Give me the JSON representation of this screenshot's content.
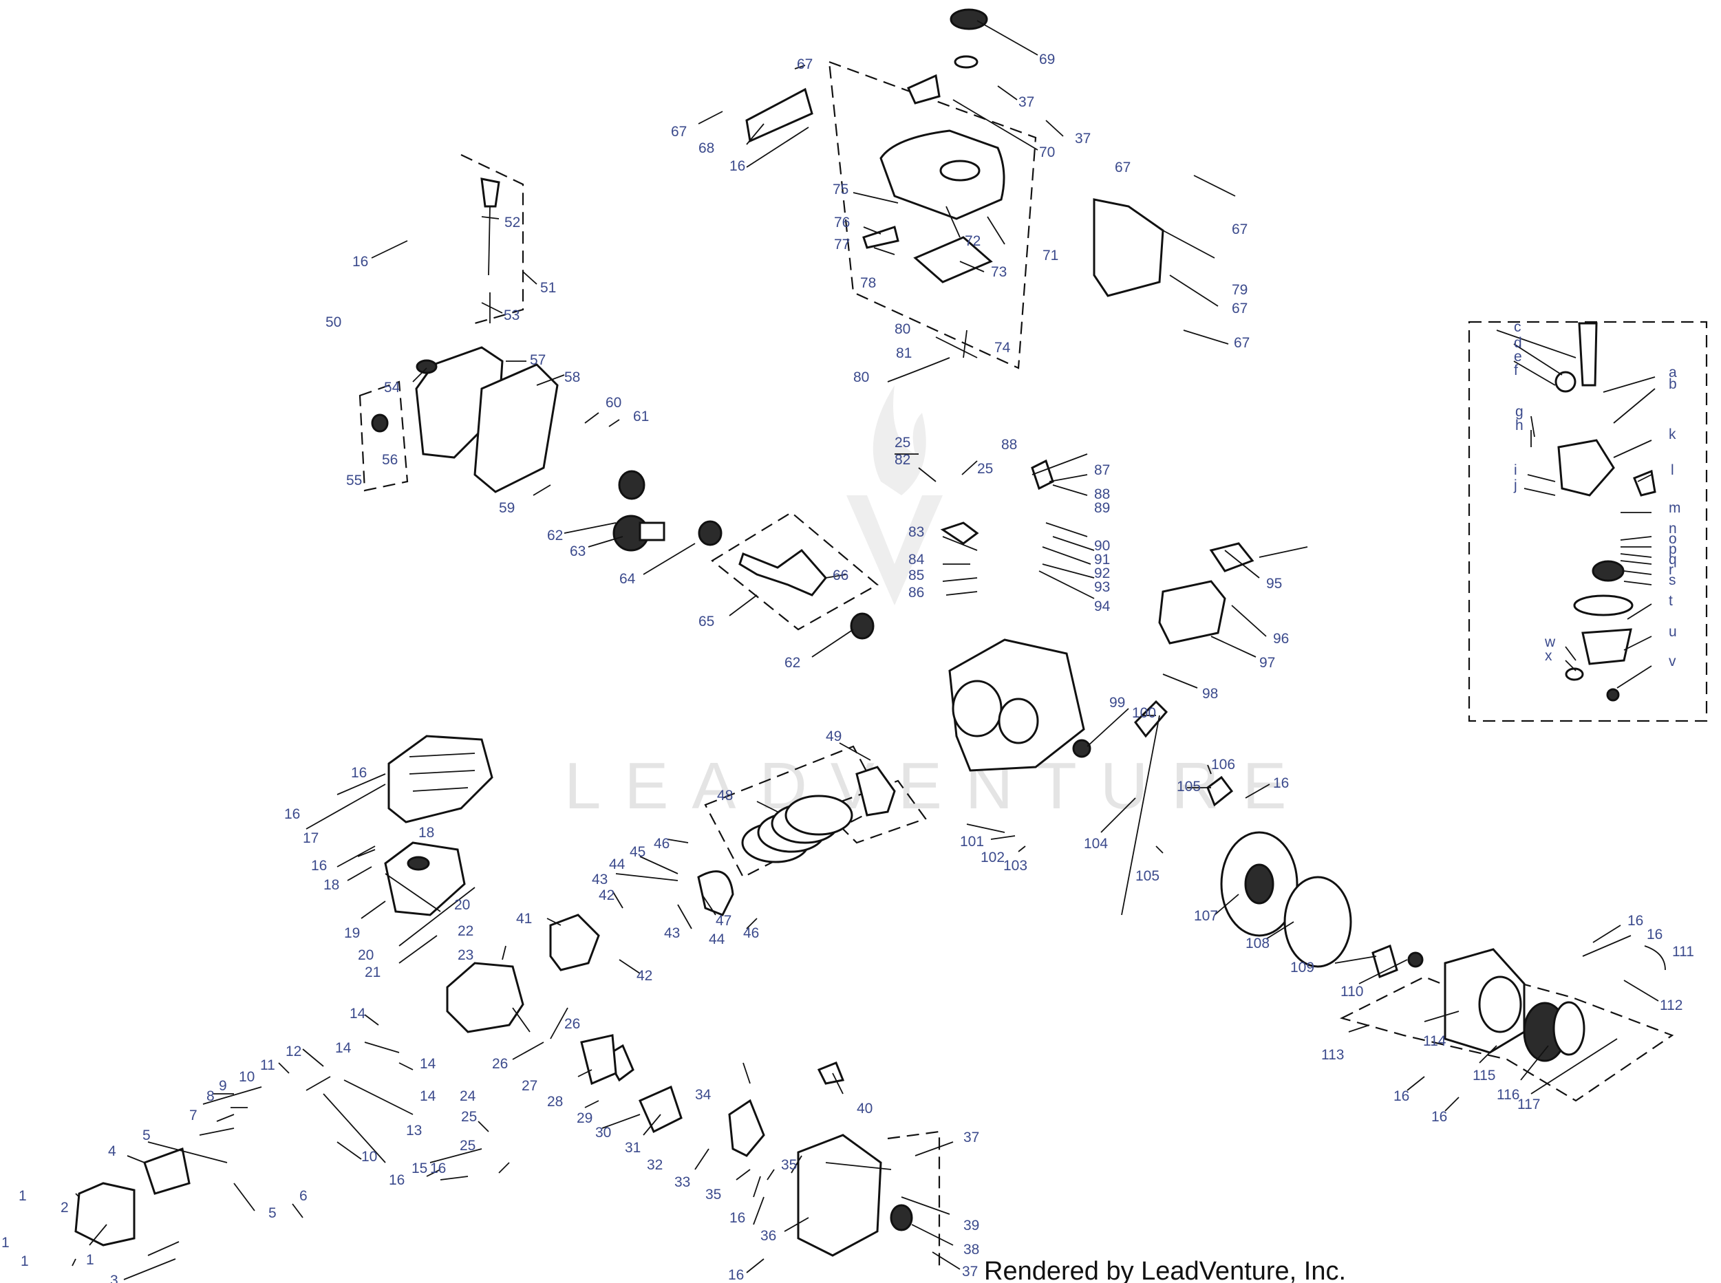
{
  "diagram": {
    "watermark": "LEADVENTURE",
    "credit": "Rendered by LeadVenture, Inc."
  },
  "callouts": [
    {
      "id": "c69",
      "text": "69"
    },
    {
      "id": "c67a",
      "text": "67"
    },
    {
      "id": "c37a",
      "text": "37"
    },
    {
      "id": "c70",
      "text": "70"
    },
    {
      "id": "c37b",
      "text": "37"
    },
    {
      "id": "c67b",
      "text": "67"
    },
    {
      "id": "c68",
      "text": "68"
    },
    {
      "id": "c16a",
      "text": "16"
    },
    {
      "id": "c67c",
      "text": "67"
    },
    {
      "id": "c67d",
      "text": "67"
    },
    {
      "id": "c75",
      "text": "75"
    },
    {
      "id": "c72",
      "text": "72"
    },
    {
      "id": "c71",
      "text": "71"
    },
    {
      "id": "c76",
      "text": "76"
    },
    {
      "id": "c77",
      "text": "77"
    },
    {
      "id": "c73",
      "text": "73"
    },
    {
      "id": "c78",
      "text": "78"
    },
    {
      "id": "c79",
      "text": "79"
    },
    {
      "id": "c67e",
      "text": "67"
    },
    {
      "id": "c67f",
      "text": "67"
    },
    {
      "id": "c74",
      "text": "74"
    },
    {
      "id": "c80a",
      "text": "80"
    },
    {
      "id": "c81",
      "text": "81"
    },
    {
      "id": "c80b",
      "text": "80"
    },
    {
      "id": "c52",
      "text": "52"
    },
    {
      "id": "c16b",
      "text": "16"
    },
    {
      "id": "c51",
      "text": "51"
    },
    {
      "id": "c50",
      "text": "50"
    },
    {
      "id": "c53",
      "text": "53"
    },
    {
      "id": "c57",
      "text": "57"
    },
    {
      "id": "c54",
      "text": "54"
    },
    {
      "id": "c58",
      "text": "58"
    },
    {
      "id": "c60",
      "text": "60"
    },
    {
      "id": "c61",
      "text": "61"
    },
    {
      "id": "c56",
      "text": "56"
    },
    {
      "id": "c55",
      "text": "55"
    },
    {
      "id": "c59",
      "text": "59"
    },
    {
      "id": "c62a",
      "text": "62"
    },
    {
      "id": "c63",
      "text": "63"
    },
    {
      "id": "c64",
      "text": "64"
    },
    {
      "id": "c66",
      "text": "66"
    },
    {
      "id": "c65",
      "text": "65"
    },
    {
      "id": "c62b",
      "text": "62"
    },
    {
      "id": "c25a",
      "text": "25"
    },
    {
      "id": "c82",
      "text": "82"
    },
    {
      "id": "c25b",
      "text": "25"
    },
    {
      "id": "c88a",
      "text": "88"
    },
    {
      "id": "c87",
      "text": "87"
    },
    {
      "id": "c88b",
      "text": "88"
    },
    {
      "id": "c89",
      "text": "89"
    },
    {
      "id": "c83",
      "text": "83"
    },
    {
      "id": "c90",
      "text": "90"
    },
    {
      "id": "c91",
      "text": "91"
    },
    {
      "id": "c84",
      "text": "84"
    },
    {
      "id": "c92",
      "text": "92"
    },
    {
      "id": "c85",
      "text": "85"
    },
    {
      "id": "c93",
      "text": "93"
    },
    {
      "id": "c86",
      "text": "86"
    },
    {
      "id": "c94",
      "text": "94"
    },
    {
      "id": "c95",
      "text": "95"
    },
    {
      "id": "c96",
      "text": "96"
    },
    {
      "id": "c97",
      "text": "97"
    },
    {
      "id": "c98",
      "text": "98"
    },
    {
      "id": "c99",
      "text": "99"
    },
    {
      "id": "c100",
      "text": "100"
    },
    {
      "id": "c49",
      "text": "49"
    },
    {
      "id": "c48",
      "text": "48"
    },
    {
      "id": "c16c",
      "text": "16"
    },
    {
      "id": "c16d",
      "text": "16"
    },
    {
      "id": "c17",
      "text": "17"
    },
    {
      "id": "c16e",
      "text": "16"
    },
    {
      "id": "c18a",
      "text": "18"
    },
    {
      "id": "c18b",
      "text": "18"
    },
    {
      "id": "c46a",
      "text": "46"
    },
    {
      "id": "c45",
      "text": "45"
    },
    {
      "id": "c44a",
      "text": "44"
    },
    {
      "id": "c43a",
      "text": "43"
    },
    {
      "id": "c42a",
      "text": "42"
    },
    {
      "id": "c20a",
      "text": "20"
    },
    {
      "id": "c19",
      "text": "19"
    },
    {
      "id": "c47",
      "text": "47"
    },
    {
      "id": "c43b",
      "text": "43"
    },
    {
      "id": "c44b",
      "text": "44"
    },
    {
      "id": "c46b",
      "text": "46"
    },
    {
      "id": "c20b",
      "text": "20"
    },
    {
      "id": "c21",
      "text": "21"
    },
    {
      "id": "c22",
      "text": "22"
    },
    {
      "id": "c41",
      "text": "41"
    },
    {
      "id": "c23",
      "text": "23"
    },
    {
      "id": "c42b",
      "text": "42"
    },
    {
      "id": "c101",
      "text": "101"
    },
    {
      "id": "c102",
      "text": "102"
    },
    {
      "id": "c103",
      "text": "103"
    },
    {
      "id": "c104",
      "text": "104"
    },
    {
      "id": "c105a",
      "text": "105"
    },
    {
      "id": "c106",
      "text": "106"
    },
    {
      "id": "c16f",
      "text": "16"
    },
    {
      "id": "c105b",
      "text": "105"
    },
    {
      "id": "c107",
      "text": "107"
    },
    {
      "id": "c108",
      "text": "108"
    },
    {
      "id": "c109",
      "text": "109"
    },
    {
      "id": "c110",
      "text": "110"
    },
    {
      "id": "c16g",
      "text": "16"
    },
    {
      "id": "c16h",
      "text": "16"
    },
    {
      "id": "c111",
      "text": "111"
    },
    {
      "id": "c112",
      "text": "112"
    },
    {
      "id": "c113",
      "text": "113"
    },
    {
      "id": "c114",
      "text": "114"
    },
    {
      "id": "c115",
      "text": "115"
    },
    {
      "id": "c116",
      "text": "116"
    },
    {
      "id": "c117",
      "text": "117"
    },
    {
      "id": "c16i",
      "text": "16"
    },
    {
      "id": "c16j",
      "text": "16"
    },
    {
      "id": "c14a",
      "text": "14"
    },
    {
      "id": "c26a",
      "text": "26"
    },
    {
      "id": "c26b",
      "text": "26"
    },
    {
      "id": "c14b",
      "text": "14"
    },
    {
      "id": "c14c",
      "text": "14"
    },
    {
      "id": "c27",
      "text": "27"
    },
    {
      "id": "c12",
      "text": "12"
    },
    {
      "id": "c11",
      "text": "11"
    },
    {
      "id": "c14d",
      "text": "14"
    },
    {
      "id": "c10a",
      "text": "10"
    },
    {
      "id": "c9",
      "text": "9"
    },
    {
      "id": "c8",
      "text": "8"
    },
    {
      "id": "c13",
      "text": "13"
    },
    {
      "id": "c7",
      "text": "7"
    },
    {
      "id": "c28",
      "text": "28"
    },
    {
      "id": "c24",
      "text": "24"
    },
    {
      "id": "c25c",
      "text": "25"
    },
    {
      "id": "c34",
      "text": "34"
    },
    {
      "id": "c29",
      "text": "29"
    },
    {
      "id": "c40",
      "text": "40"
    },
    {
      "id": "c30",
      "text": "30"
    },
    {
      "id": "c10b",
      "text": "10"
    },
    {
      "id": "c5a",
      "text": "5"
    },
    {
      "id": "c25d",
      "text": "25"
    },
    {
      "id": "c31",
      "text": "31"
    },
    {
      "id": "c4",
      "text": "4"
    },
    {
      "id": "c32",
      "text": "32"
    },
    {
      "id": "c35a",
      "text": "35"
    },
    {
      "id": "c37c",
      "text": "37"
    },
    {
      "id": "c15",
      "text": "15"
    },
    {
      "id": "c16k",
      "text": "16"
    },
    {
      "id": "c6",
      "text": "6"
    },
    {
      "id": "c33",
      "text": "33"
    },
    {
      "id": "c35b",
      "text": "35"
    },
    {
      "id": "c2",
      "text": "2"
    },
    {
      "id": "c16l",
      "text": "16"
    },
    {
      "id": "c5b",
      "text": "5"
    },
    {
      "id": "c1a",
      "text": "1"
    },
    {
      "id": "c39",
      "text": "39"
    },
    {
      "id": "c16m",
      "text": "16"
    },
    {
      "id": "c38",
      "text": "38"
    },
    {
      "id": "c36",
      "text": "36"
    },
    {
      "id": "c1b",
      "text": "1"
    },
    {
      "id": "c1c",
      "text": "1"
    },
    {
      "id": "c1d",
      "text": "1"
    },
    {
      "id": "c37d",
      "text": "37"
    },
    {
      "id": "c3",
      "text": "3"
    },
    {
      "id": "c16n",
      "text": "16"
    },
    {
      "id": "ca",
      "text": "a"
    },
    {
      "id": "cb",
      "text": "b"
    },
    {
      "id": "cc",
      "text": "c"
    },
    {
      "id": "cd",
      "text": "d"
    },
    {
      "id": "ce",
      "text": "e"
    },
    {
      "id": "cf",
      "text": "f"
    },
    {
      "id": "cg",
      "text": "g"
    },
    {
      "id": "ch",
      "text": "h"
    },
    {
      "id": "ci",
      "text": "i"
    },
    {
      "id": "cj",
      "text": "j"
    },
    {
      "id": "ck",
      "text": "k"
    },
    {
      "id": "cl",
      "text": "l"
    },
    {
      "id": "cm",
      "text": "m"
    },
    {
      "id": "cn",
      "text": "n"
    },
    {
      "id": "co",
      "text": "o"
    },
    {
      "id": "cp",
      "text": "p"
    },
    {
      "id": "cq",
      "text": "q"
    },
    {
      "id": "cr",
      "text": "r"
    },
    {
      "id": "cs",
      "text": "s"
    },
    {
      "id": "ct",
      "text": "t"
    },
    {
      "id": "cu",
      "text": "u"
    },
    {
      "id": "cv",
      "text": "v"
    },
    {
      "id": "cw",
      "text": "w"
    },
    {
      "id": "cx",
      "text": "x"
    }
  ]
}
